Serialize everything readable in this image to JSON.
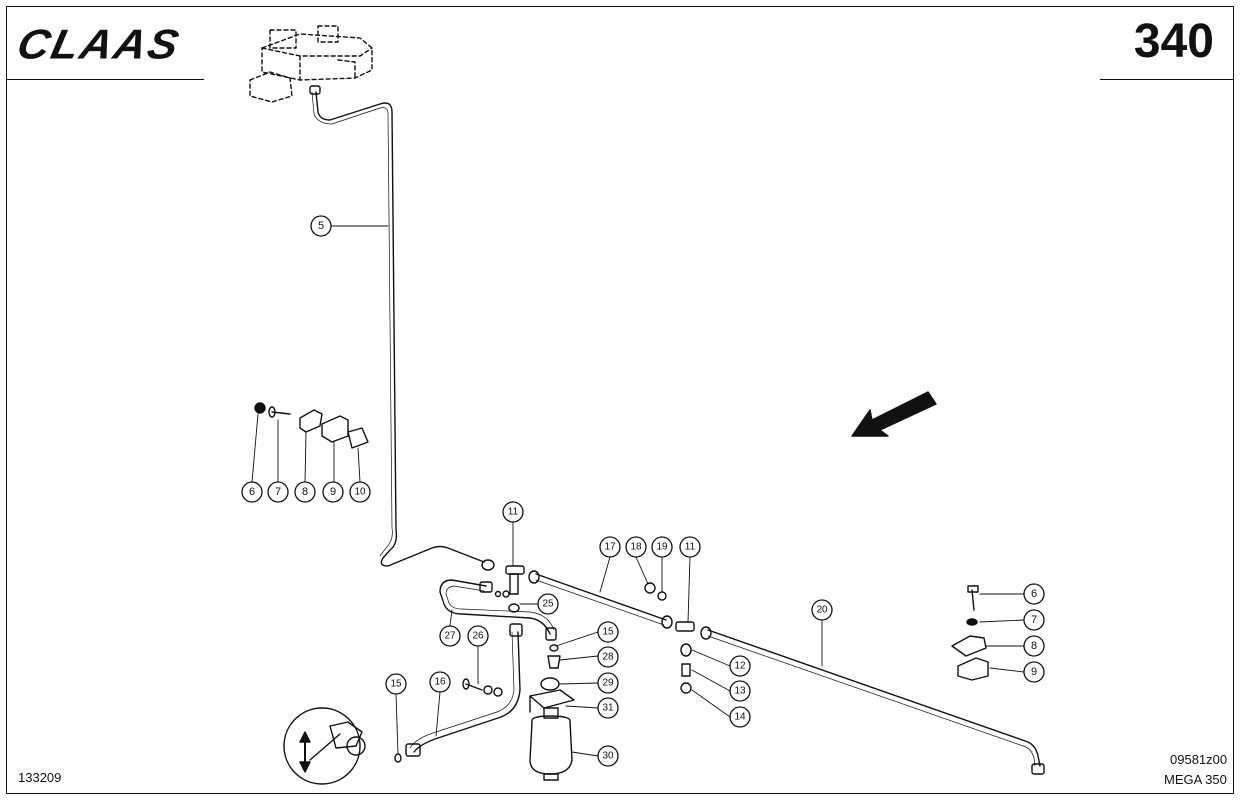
{
  "header": {
    "brand": "CLAAS",
    "page_number": "340"
  },
  "footer": {
    "left_code": "133209",
    "right_code": "09581z00",
    "model": "MEGA 350"
  },
  "callouts": {
    "c5": "5",
    "c6a": "6",
    "c7a": "7",
    "c8a": "8",
    "c9a": "9",
    "c10": "10",
    "c11a": "11",
    "c25": "25",
    "c27": "27",
    "c26": "26",
    "c17": "17",
    "c18": "18",
    "c19": "19",
    "c11b": "11",
    "c15a": "15",
    "c28": "28",
    "c29": "29",
    "c31": "31",
    "c30": "30",
    "c12": "12",
    "c13": "13",
    "c14": "14",
    "c16": "16",
    "c15b": "15",
    "c20": "20",
    "c6b": "6",
    "c7b": "7",
    "c8b": "8",
    "c9b": "9"
  },
  "colors": {
    "ink": "#111111",
    "paper": "#ffffff"
  }
}
